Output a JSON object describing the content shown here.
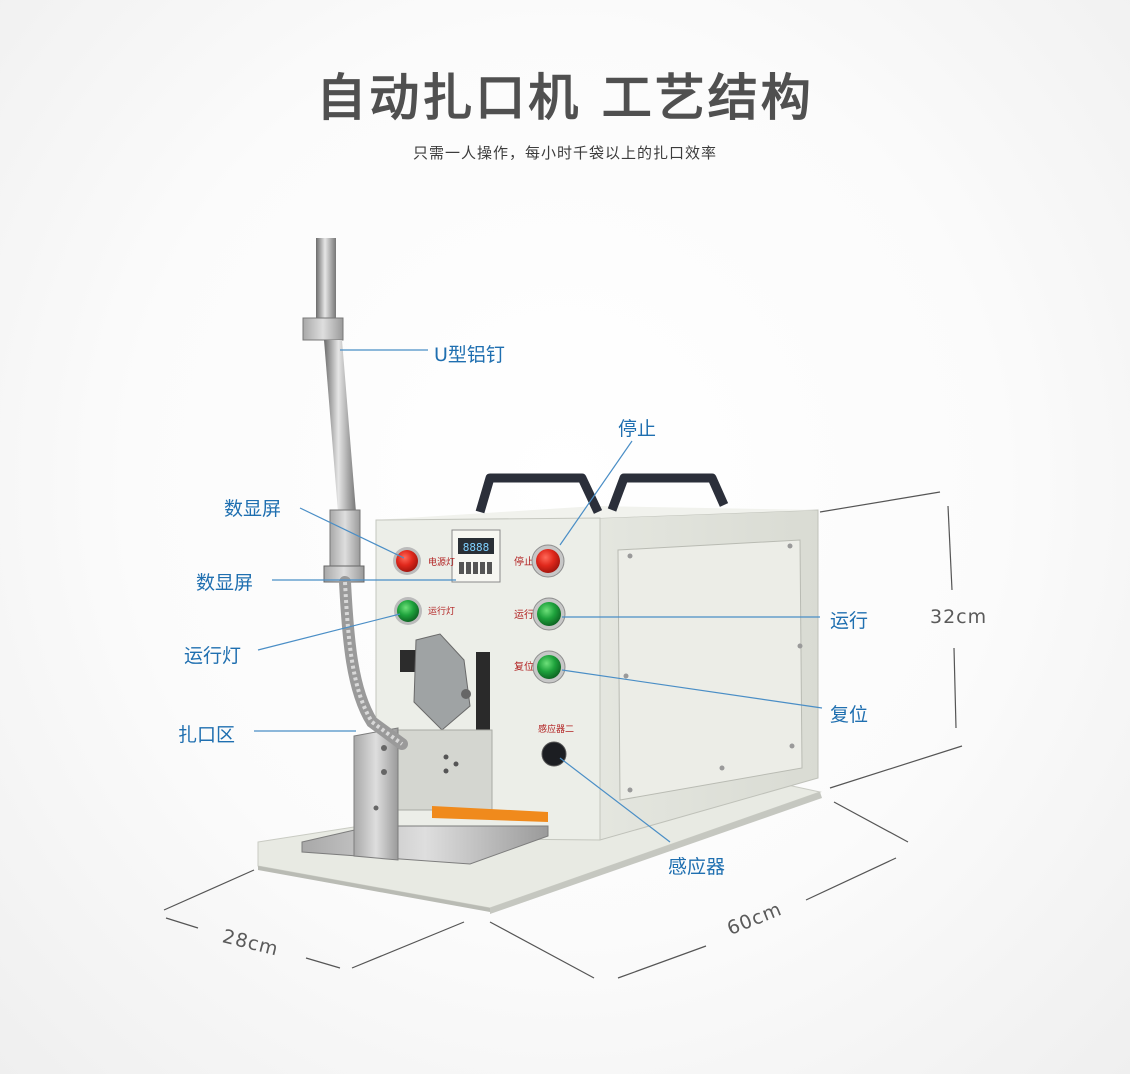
{
  "title": "自动扎口机 工艺结构",
  "subtitle": "只需一人操作，每小时千袋以上的扎口效率",
  "callouts": {
    "u_nail": "U型铝钉",
    "stop": "停止",
    "display_1": "数显屏",
    "display_2": "数显屏",
    "run_light": "运行灯",
    "tie_zone": "扎口区",
    "run": "运行",
    "reset": "复位",
    "sensor": "感应器"
  },
  "dimensions": {
    "height": "32cm",
    "width": "28cm",
    "length": "60cm"
  },
  "panel_labels": {
    "power_light": "电源灯",
    "run_light": "运行灯",
    "stop": "停止",
    "run": "运行",
    "reset": "复位",
    "sensor2": "感应器二"
  },
  "counter_display": "8888",
  "colors": {
    "callout": "#1f6fb0",
    "title": "#505050",
    "machine_body": "#e9ebe4",
    "red_button": "#d9241c",
    "green_button": "#1a9a3a",
    "orange_strip": "#f08a1c"
  }
}
